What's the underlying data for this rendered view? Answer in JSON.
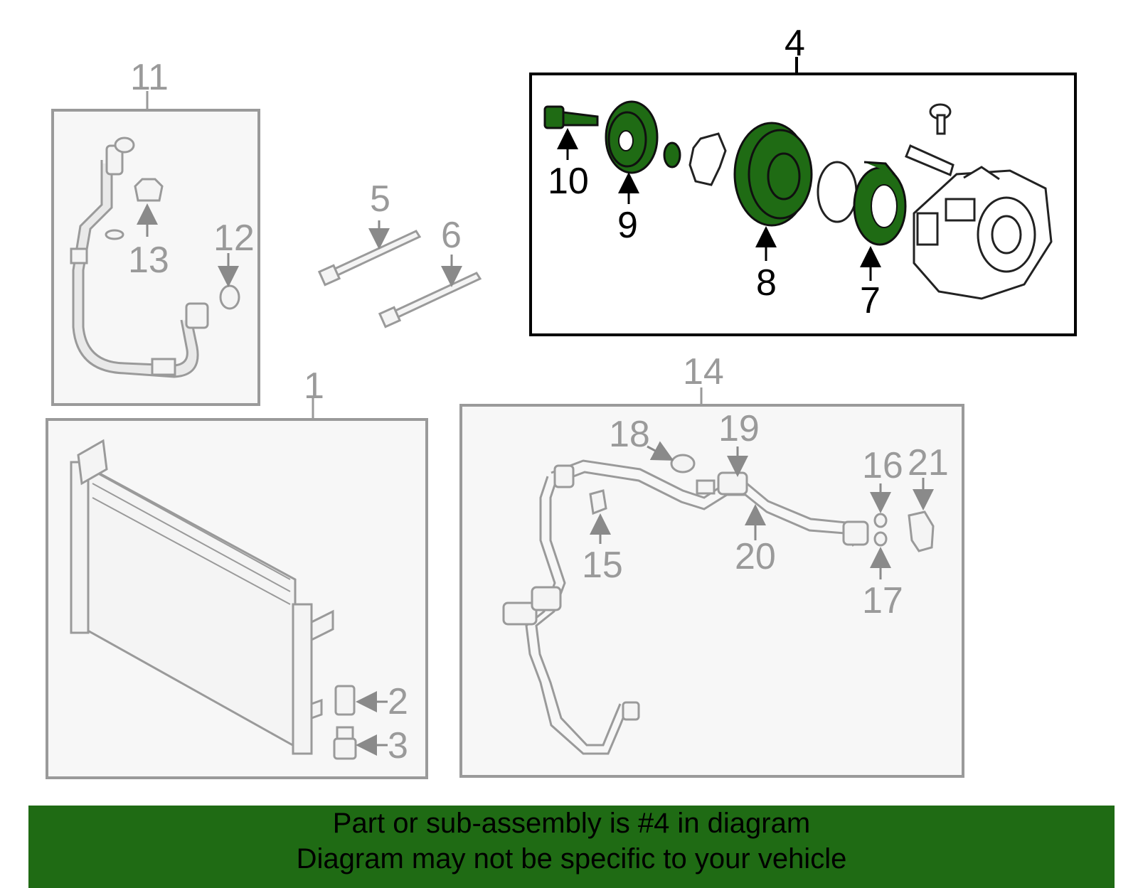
{
  "colors": {
    "highlight": "#1f6b14",
    "gray": "#9a9a9a",
    "footer_bg": "#1f6b14"
  },
  "labels": {
    "p1": "1",
    "p2": "2",
    "p3": "3",
    "p4": "4",
    "p5": "5",
    "p6": "6",
    "p7": "7",
    "p8": "8",
    "p9": "9",
    "p10": "10",
    "p11": "11",
    "p12": "12",
    "p13": "13",
    "p14": "14",
    "p15": "15",
    "p16": "16",
    "p17": "17",
    "p18": "18",
    "p19": "19",
    "p20": "20",
    "p21": "21"
  },
  "highlighted_part": "4",
  "footer": {
    "line1": "Part or sub-assembly is #4 in diagram",
    "line2": "Diagram may not be specific to your vehicle"
  }
}
